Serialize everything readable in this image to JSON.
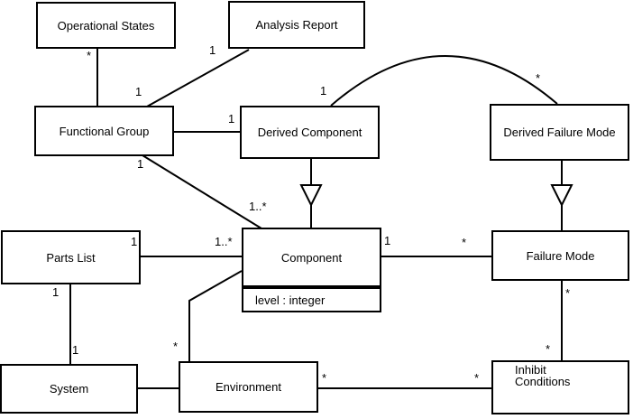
{
  "diagram_type": "uml-class-diagram",
  "colors": {
    "line": "#000000",
    "box_fill": "#ffffff",
    "background": "#ffffff",
    "text": "#000000"
  },
  "classes": [
    {
      "id": "operational-states",
      "label": "Operational States"
    },
    {
      "id": "analysis-report",
      "label": "Analysis Report"
    },
    {
      "id": "functional-group",
      "label": "Functional Group"
    },
    {
      "id": "derived-component",
      "label": "Derived Component"
    },
    {
      "id": "derived-failure-mode",
      "label": "Derived Failure Mode"
    },
    {
      "id": "parts-list",
      "label": "Parts List"
    },
    {
      "id": "component",
      "label": "Component",
      "attributes": [
        "level : integer"
      ]
    },
    {
      "id": "failure-mode",
      "label": "Failure Mode"
    },
    {
      "id": "system",
      "label": "System"
    },
    {
      "id": "environment",
      "label": "Environment"
    },
    {
      "id": "inhibit-conditions",
      "label": "Inhibit\nConditions",
      "line1": "Inhibit",
      "line2": "Conditions"
    }
  ],
  "multiplicities": [
    {
      "text": "*",
      "near": "operational-states",
      "assoc": "operational-states—functional-group"
    },
    {
      "text": "1",
      "near": "analysis-report",
      "assoc": "analysis-report—functional-group"
    },
    {
      "text": "1",
      "near": "functional-group",
      "assoc": "analysis-report—functional-group"
    },
    {
      "text": "1",
      "near": "derived-component",
      "assoc": "functional-group—derived-component"
    },
    {
      "text": "1",
      "near": "derived-component",
      "assoc": "derived-component—derived-failure-mode"
    },
    {
      "text": "*",
      "near": "derived-failure-mode",
      "assoc": "derived-component—derived-failure-mode"
    },
    {
      "text": "1",
      "near": "functional-group",
      "assoc": "functional-group—component"
    },
    {
      "text": "1..*",
      "near": "component",
      "assoc": "functional-group—component"
    },
    {
      "text": "1",
      "near": "parts-list",
      "assoc": "parts-list—component"
    },
    {
      "text": "1..*",
      "near": "component",
      "assoc": "parts-list—component"
    },
    {
      "text": "1",
      "near": "component",
      "assoc": "component—failure-mode"
    },
    {
      "text": "*",
      "near": "failure-mode",
      "assoc": "component—failure-mode"
    },
    {
      "text": "1",
      "near": "parts-list",
      "assoc": "parts-list—system"
    },
    {
      "text": "1",
      "near": "system",
      "assoc": "parts-list—system"
    },
    {
      "text": "*",
      "near": "environment",
      "assoc": "component—environment"
    },
    {
      "text": "*",
      "near": "failure-mode",
      "assoc": "failure-mode—inhibit-conditions"
    },
    {
      "text": "*",
      "near": "inhibit-conditions",
      "assoc": "failure-mode—inhibit-conditions"
    },
    {
      "text": "*",
      "near": "environment",
      "assoc": "environment—inhibit-conditions"
    },
    {
      "text": "*",
      "near": "inhibit-conditions",
      "assoc": "environment—inhibit-conditions"
    }
  ]
}
